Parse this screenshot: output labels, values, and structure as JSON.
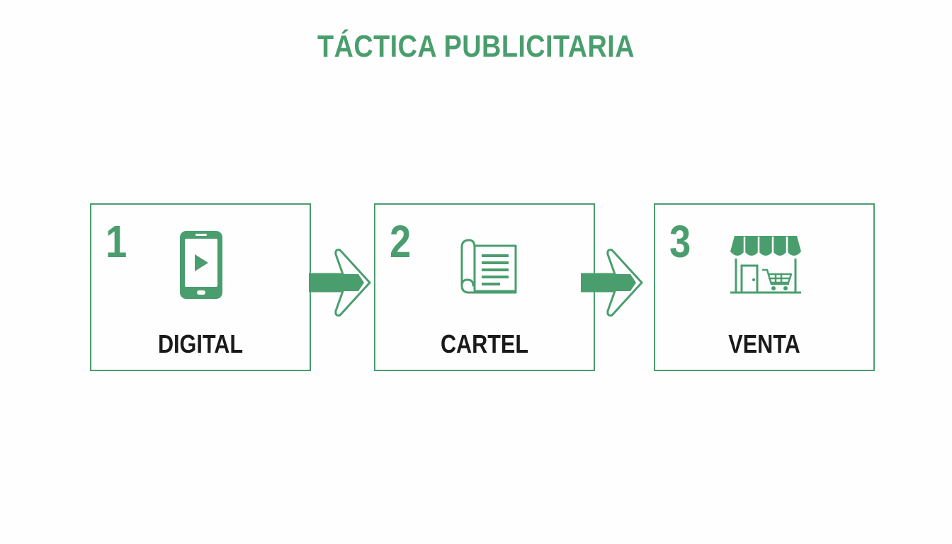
{
  "title": "TÁCTICA PUBLICITARIA",
  "accent_color": "#4a9e6e",
  "steps": [
    {
      "number": "1",
      "label": "DIGITAL",
      "icon": "smartphone-play-icon"
    },
    {
      "number": "2",
      "label": "CARTEL",
      "icon": "poster-scroll-icon"
    },
    {
      "number": "3",
      "label": "VENTA",
      "icon": "storefront-cart-icon"
    }
  ],
  "connectors": [
    "arrow-right-icon",
    "arrow-right-icon"
  ]
}
